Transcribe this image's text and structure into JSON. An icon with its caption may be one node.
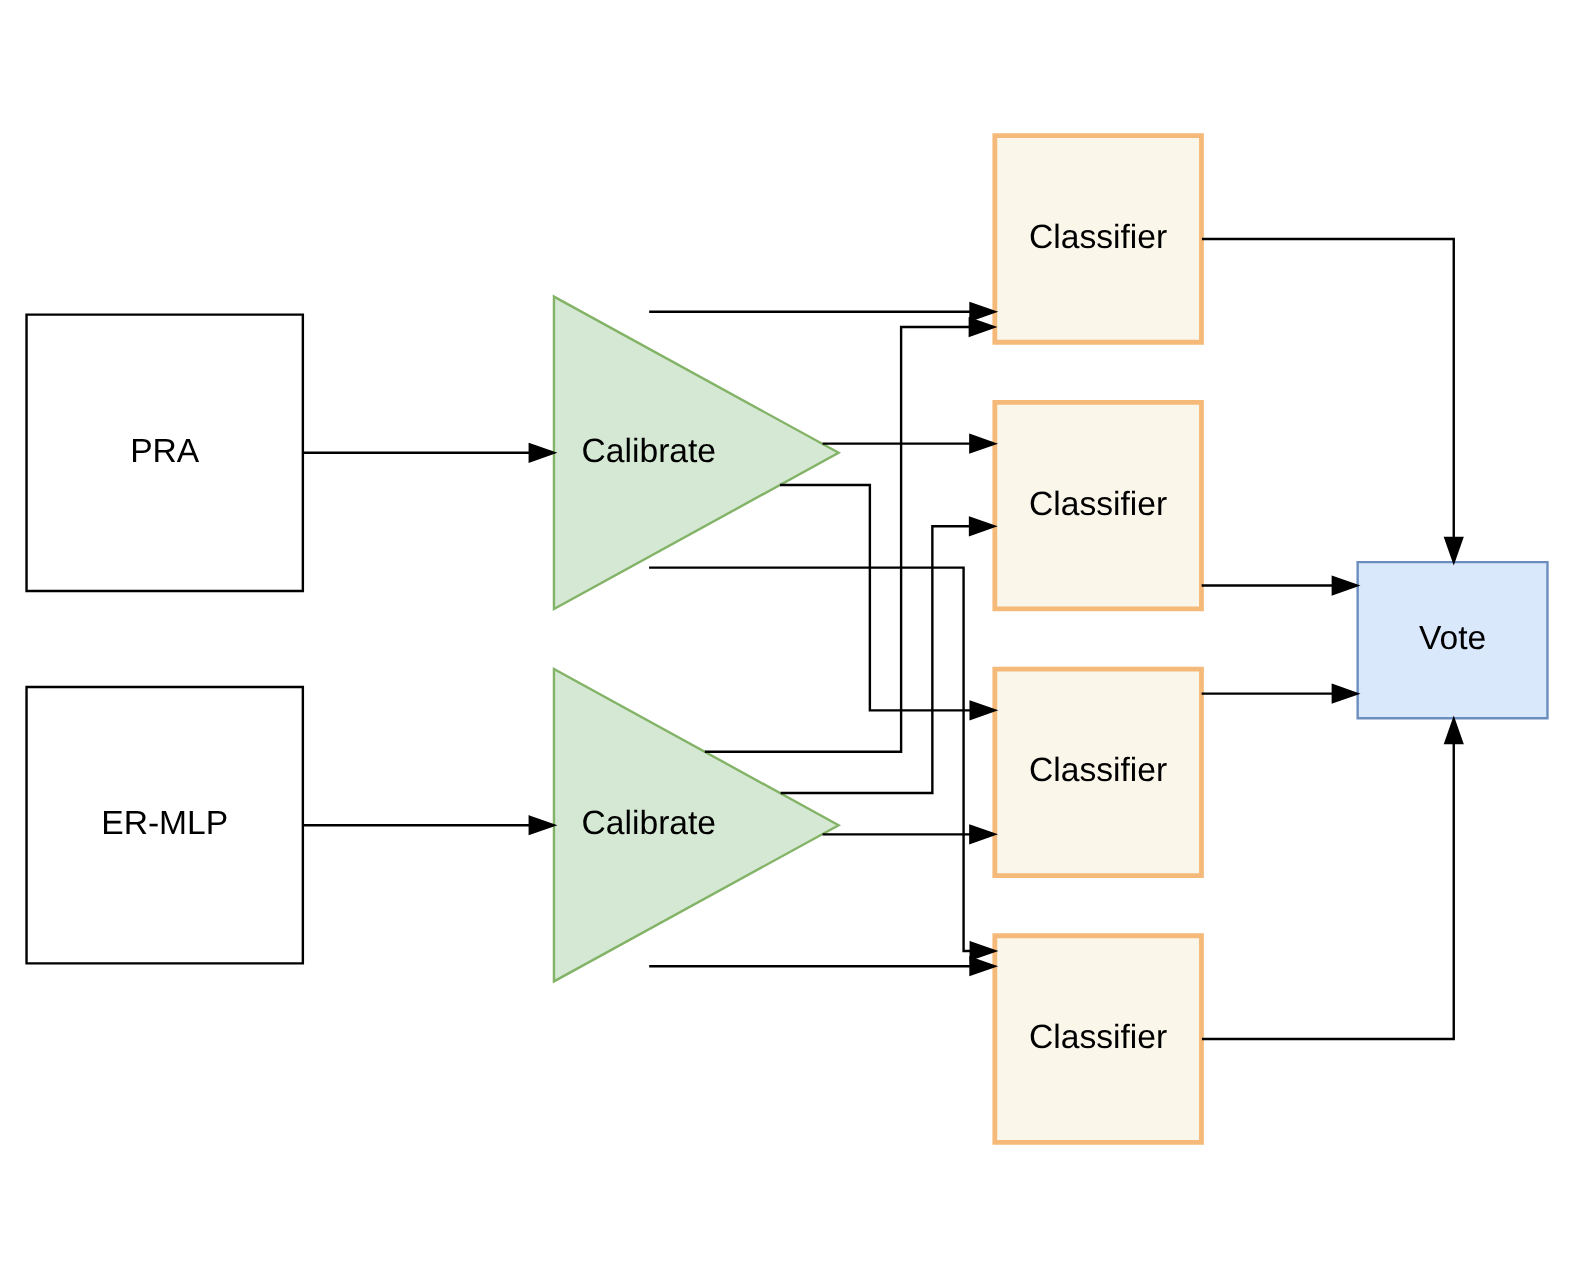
{
  "diagram": {
    "nodes": [
      {
        "text": [
          "PRA"
        ]
      },
      {
        "text": [
          "ER-MLP"
        ]
      },
      {
        "text": [
          "Calibrate"
        ]
      },
      {
        "text": [
          "Calibrate"
        ]
      },
      {
        "text": [
          "Classifier"
        ]
      },
      {
        "text": [
          "Classifier"
        ]
      },
      {
        "text": [
          "Classifier"
        ]
      },
      {
        "text": [
          "Classifier"
        ]
      },
      {
        "text": [
          "Vote"
        ]
      }
    ],
    "edges": [
      {
        "from": 0,
        "to": 2,
        "arrow": "to"
      },
      {
        "from": 1,
        "to": 3,
        "arrow": "to"
      },
      {
        "from": 2,
        "to": 4,
        "arrow": "to"
      },
      {
        "from": 2,
        "to": 5,
        "arrow": "to"
      },
      {
        "from": 2,
        "to": 6,
        "arrow": "to"
      },
      {
        "from": 2,
        "to": 7,
        "arrow": "to"
      },
      {
        "from": 3,
        "to": 4,
        "arrow": "to"
      },
      {
        "from": 3,
        "to": 5,
        "arrow": "to"
      },
      {
        "from": 3,
        "to": 6,
        "arrow": "to"
      },
      {
        "from": 3,
        "to": 7,
        "arrow": "to"
      },
      {
        "from": 4,
        "to": 8,
        "arrow": "to"
      },
      {
        "from": 5,
        "to": 8,
        "arrow": "to"
      },
      {
        "from": 6,
        "to": 8,
        "arrow": "to"
      },
      {
        "from": 7,
        "to": 8,
        "arrow": "to"
      }
    ]
  }
}
